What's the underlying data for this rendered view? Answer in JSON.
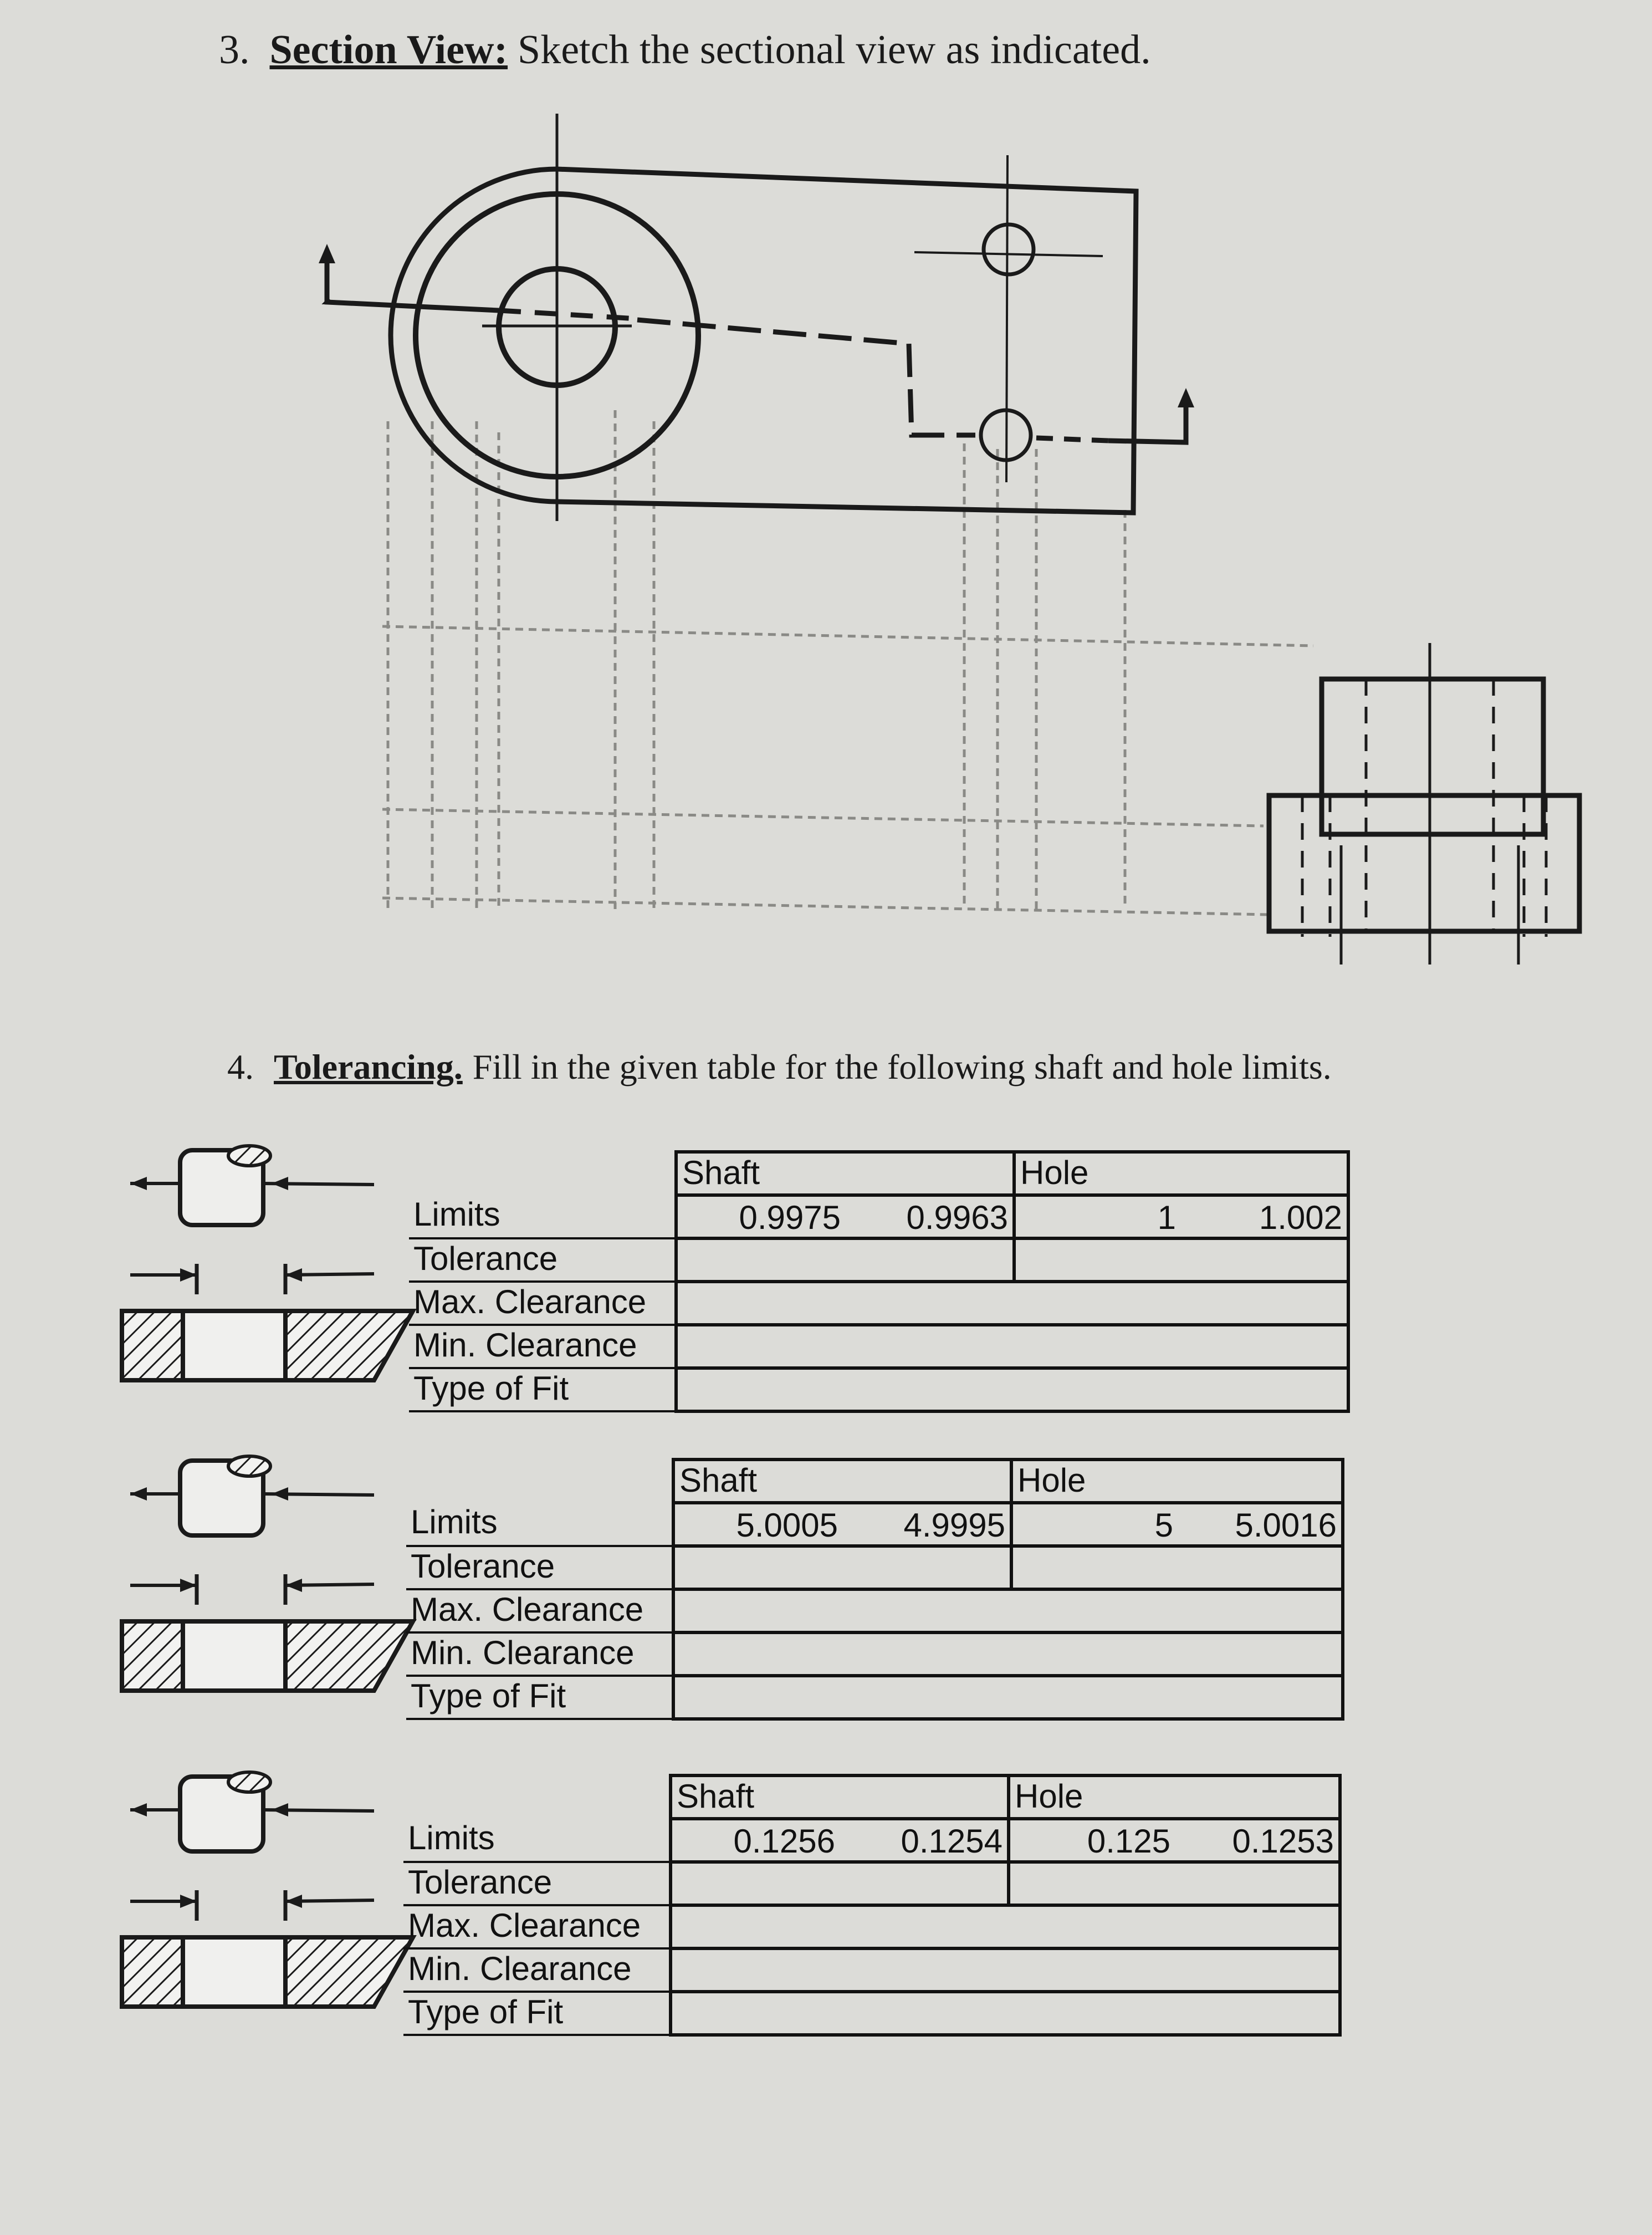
{
  "question3": {
    "number": "3.",
    "heading": "Section View:",
    "text": "Sketch the sectional view as indicated."
  },
  "question4": {
    "number": "4.",
    "heading": "Tolerancing.",
    "text": "Fill in the given table for the following shaft and hole limits."
  },
  "tables": [
    {
      "shaft_label": "Shaft",
      "hole_label": "Hole",
      "row_labels": [
        "Limits",
        "Tolerance",
        "Max. Clearance",
        "Min. Clearance",
        "Type of Fit"
      ],
      "shaft_limits": [
        "0.9975",
        "0.9963"
      ],
      "hole_limits": [
        "1",
        "1.002"
      ]
    },
    {
      "shaft_label": "Shaft",
      "hole_label": "Hole",
      "row_labels": [
        "Limits",
        "Tolerance",
        "Max. Clearance",
        "Min. Clearance",
        "Type of Fit"
      ],
      "shaft_limits": [
        "5.0005",
        "4.9995"
      ],
      "hole_limits": [
        "5",
        "5.0016"
      ]
    },
    {
      "shaft_label": "Shaft",
      "hole_label": "Hole",
      "row_labels": [
        "Limits",
        "Tolerance",
        "Max. Clearance",
        "Min. Clearance",
        "Type of Fit"
      ],
      "shaft_limits": [
        "0.1256",
        "0.1254"
      ],
      "hole_limits": [
        "0.125",
        "0.1253"
      ]
    }
  ]
}
